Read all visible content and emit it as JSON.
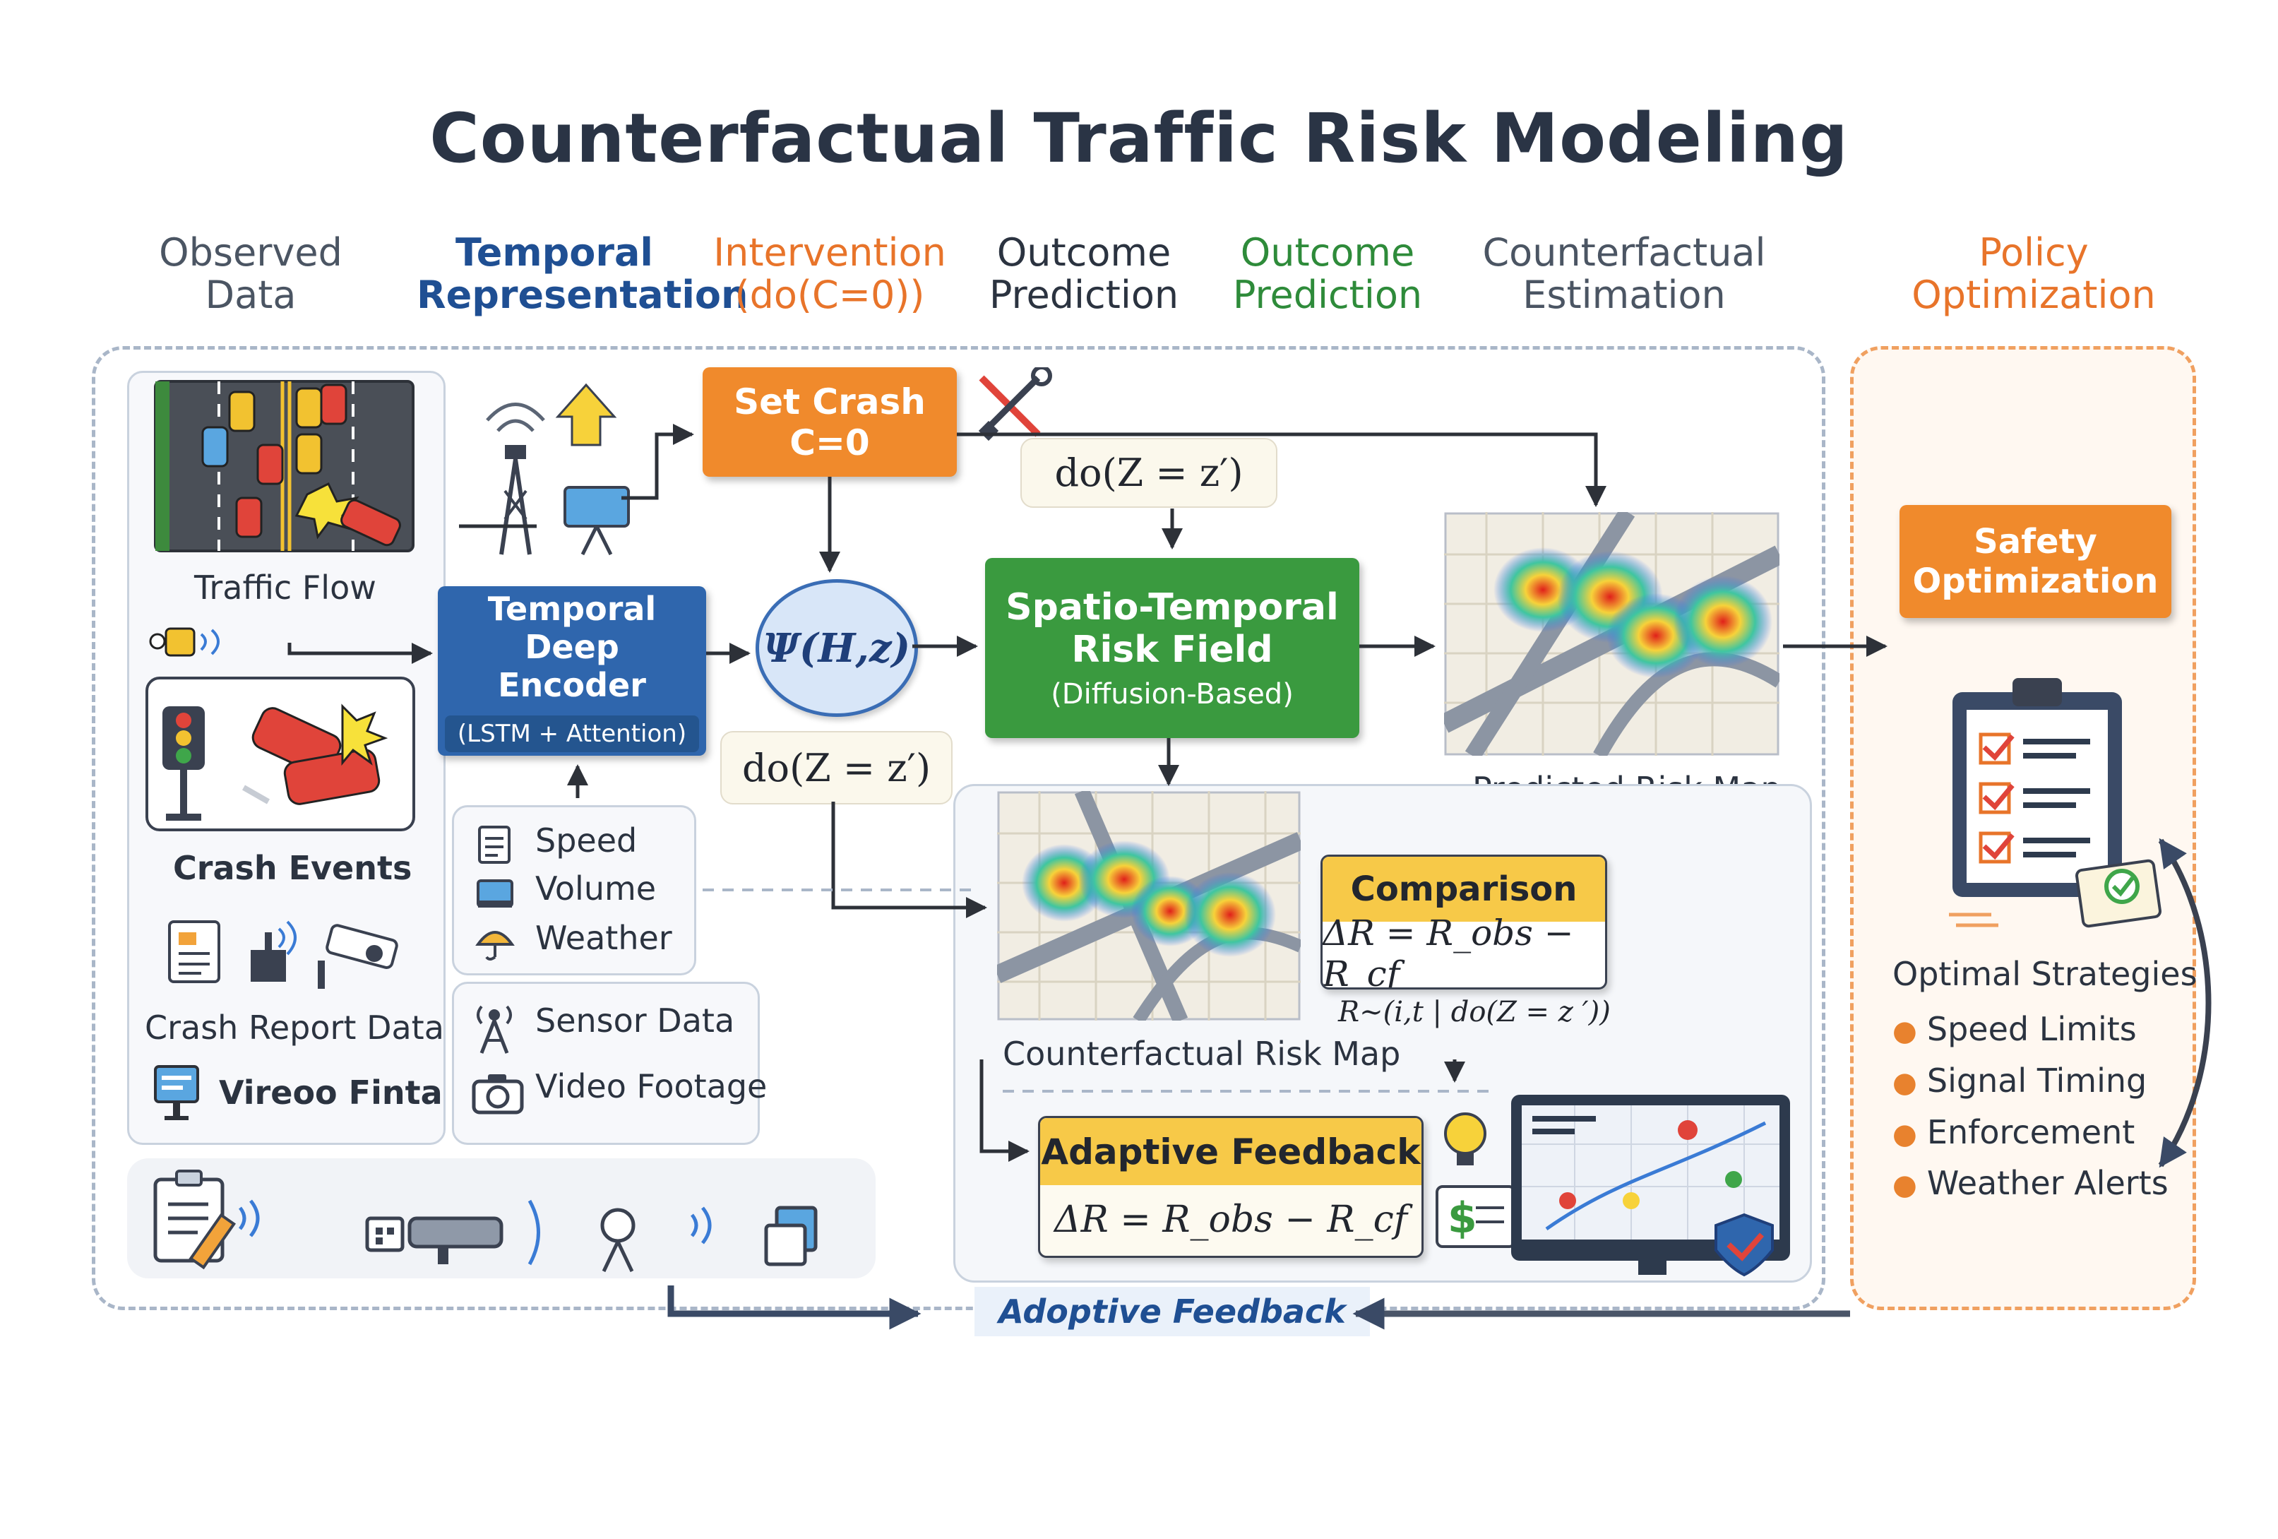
{
  "title": "Counterfactual Traffic Risk Modeling",
  "columns": [
    {
      "line1": "Observed",
      "line2": "Data",
      "color": "#4b5563"
    },
    {
      "line1": "Temporal",
      "line2": "Representation",
      "color": "#1f4f93"
    },
    {
      "line1": "Intervention",
      "line2": "(do(C=0))",
      "color": "#e8742a"
    },
    {
      "line1": "Outcome",
      "line2": "Prediction",
      "color": "#2b3340"
    },
    {
      "line1": "Outcome",
      "line2": "Prediction",
      "color": "#2e8b3a"
    },
    {
      "line1": "Counterfactual",
      "line2": "Estimation",
      "color": "#4b5563"
    },
    {
      "line1": "Policy",
      "line2": "Optimization",
      "color": "#e8742a"
    }
  ],
  "observed": {
    "traffic_flow": "Traffic Flow",
    "crash_events": "Crash Events",
    "crash_report": "Crash Report Data",
    "video_finta": "Vireoo Finta"
  },
  "encoder": {
    "line1": "Temporal Deep",
    "line2": "Encoder",
    "sub": "(LSTM + Attention)"
  },
  "features": [
    "Speed",
    "Volume",
    "Weather"
  ],
  "sensors": [
    "Sensor Data",
    "Video Footage"
  ],
  "intervention": {
    "line1": "Set Crash",
    "line2": "C=0"
  },
  "psi": "Ψ(H,z)",
  "do_top": "do(Z = z′)",
  "do_mid": "do(Z = z′)",
  "risk_field": {
    "line1": "Spatio-Temporal",
    "line2": "Risk Field",
    "sub": "(Diffusion-Based)"
  },
  "predicted_map": "Predicted Risk Map",
  "counterfactual_map": "Counterfactual Risk Map",
  "comparison": {
    "label": "Comparison",
    "formula": "ΔR = R_obs − R_cf"
  },
  "r_tilde": "R∼(i,t | do(Z = z ′))",
  "adaptive": {
    "label": "Adaptive Feedback",
    "formula": "ΔR = R_obs − R_cf"
  },
  "adaptive_bottom": "Adoptive Feedback",
  "policy": {
    "safety": {
      "line1": "Safety",
      "line2": "Optimization"
    },
    "strategies_title": "Optimal Strategies",
    "strategies": [
      "Speed Limits",
      "Signal Timing",
      "Enforcement",
      "Weather Alerts"
    ]
  },
  "colors": {
    "orange": "#f08a2c",
    "blue": "#2f66ad",
    "green": "#3a9a3f",
    "yellow": "#f7c948",
    "panel_dash": "#a9b6c8",
    "policy_dash": "#f0a060"
  }
}
